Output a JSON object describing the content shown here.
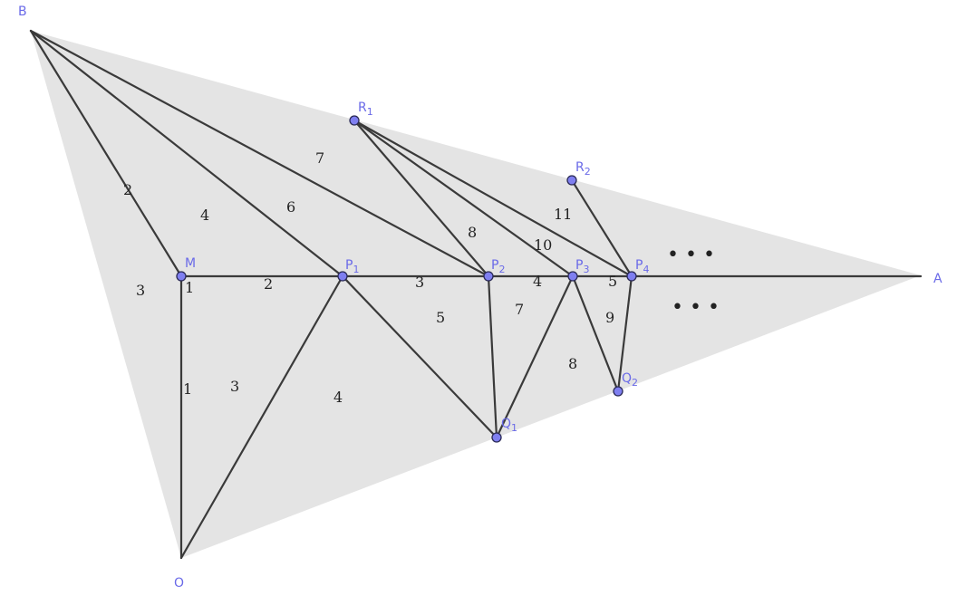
{
  "colors": {
    "region": "#e4e4e4",
    "segment": "#3a3a3a",
    "point_fill": "#7f7ff0",
    "point_stroke": "#2a2a55",
    "label": "#6a6ae8",
    "number": "#222222"
  },
  "vertices": {
    "B": "B",
    "A": "A",
    "O": "O",
    "M": "M",
    "P1": {
      "base": "P",
      "sub": "1"
    },
    "P2": {
      "base": "P",
      "sub": "2"
    },
    "P3": {
      "base": "P",
      "sub": "3"
    },
    "P4": {
      "base": "P",
      "sub": "4"
    },
    "Q1": {
      "base": "Q",
      "sub": "1"
    },
    "Q2": {
      "base": "Q",
      "sub": "2"
    },
    "R1": {
      "base": "R",
      "sub": "1"
    },
    "R2": {
      "base": "R",
      "sub": "2"
    }
  },
  "numbers": {
    "bm": "2",
    "left_m": "3",
    "m_right": "1",
    "seg_mp1": "2",
    "seg_p1p2": "3",
    "seg_p2p3": "4",
    "seg_p3p4": "5",
    "mo": "1",
    "tri_mp1o": "3",
    "tri_op1q1": "4",
    "tri_p1p2q1": "5",
    "tri_bmp1": "4",
    "tri_bp1p2": "6",
    "tri_br1p2": "7",
    "r1p2": "8",
    "r1p3": "10",
    "r1p4": "11",
    "tri_p2p3q1": "7",
    "tri_p3q1q2": "8",
    "p3q2": "9"
  },
  "ellipsis": {
    "upper": "• • •",
    "lower": "• • •"
  }
}
